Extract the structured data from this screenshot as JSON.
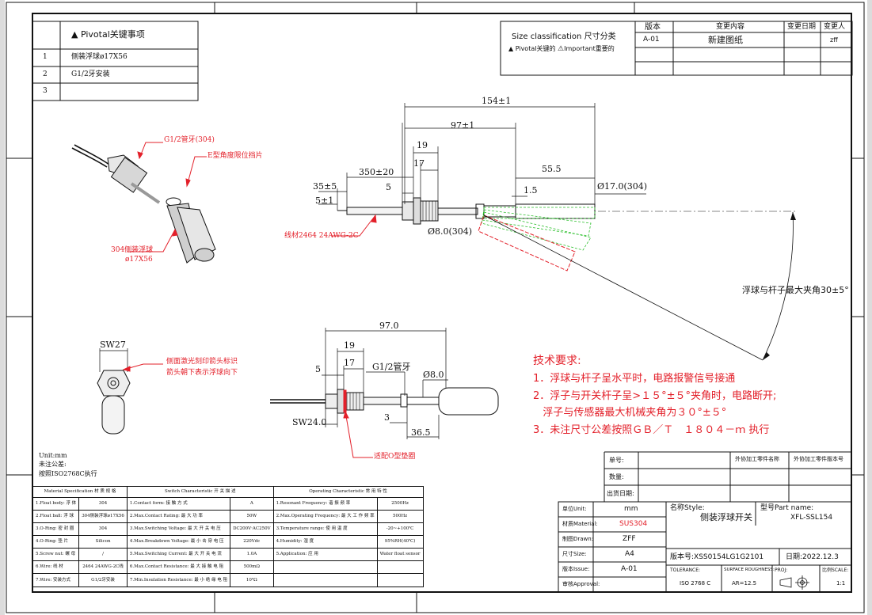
{
  "key_table": {
    "title": "Pivotal关键事项",
    "rows": [
      {
        "no": "1",
        "text": "侧装浮球ø17X56"
      },
      {
        "no": "2",
        "text": "G1/2牙安装"
      },
      {
        "no": "3",
        "text": ""
      }
    ]
  },
  "size_class": {
    "title": "Size classification 尺寸分类",
    "legend_pivotal": "Pivotal关键的",
    "legend_important": "Important重要的"
  },
  "revision": {
    "headers": [
      "版本",
      "变更内容",
      "变更日期",
      "变更人"
    ],
    "rows": [
      [
        "A-01",
        "新建图纸",
        "",
        "zff"
      ],
      [
        "",
        "",
        "",
        ""
      ]
    ]
  },
  "dims_top": {
    "d154": "154±1",
    "d97": "97±1",
    "d19": "19",
    "d17": "17",
    "d350": "350±20",
    "d35": "35±5",
    "d5a": "5",
    "d5b": "5±1",
    "d55": "55.5",
    "d15": "1.5",
    "d170": "Ø17.0(304)",
    "d80": "Ø8.0(304)",
    "angle": "浮球与杆子最大夹角30±5°"
  },
  "callouts": {
    "g12_304": "G1/2管牙(304)",
    "eclip": "E型角度限位挡片",
    "float304": "304侧装浮球",
    "float_size": "ø17X56",
    "wire": "线材2464 24AWG-2C",
    "laser1": "侧面激光刻印箭头标识",
    "laser2": "箭头朝下表示浮球向下",
    "oring": "适配O型垫圈"
  },
  "dims_bottom": {
    "sw27": "SW27",
    "d970": "97.0",
    "d19": "19",
    "d17": "17",
    "d5": "5",
    "g12": "G1/2管牙",
    "d8": "Ø8.0",
    "d3": "3",
    "d365": "36.5",
    "sw24": "SW24.0"
  },
  "tech": {
    "title": "技术要求:",
    "lines": [
      "1．浮球与杆子呈水平时，电路报警信号接通",
      "2．浮子与开关杆子呈>１５°±５°夹角时，电路断开;",
      "   浮子与传感器最大机械夹角为３０°±５°",
      "3．未注尺寸公差按照ＧＢ／Ｔ　１８０４－ｍ 执行"
    ]
  },
  "notes": {
    "unit": "Unit:mm",
    "tol": "未注公差:",
    "std": "按照ISO2768C执行"
  },
  "spec": {
    "headers": [
      "Material Specification 材 质 规 格",
      "Switch Characteristic 开 关 描 述",
      "Operating Characteristic 常 用 特 性"
    ],
    "rows": [
      [
        "1.Float body: 浮 体",
        "304",
        "1.Contact form: 接 触 方 式",
        "A",
        "1.Resonant Frequency: 谐 振 频 率",
        "2500Hz"
      ],
      [
        "2.Float ball: 浮 球",
        "304侧装浮球ø17X56",
        "2.Max.Contact Rating: 最 大 功 率",
        "50W",
        "2.Max.Operating Frequency: 最 大 工 作 频 率",
        "500Hz"
      ],
      [
        "3.O-Ring: 密 封 圈",
        "304",
        "3.Max.Switching Voltage: 最 大 开 关 电 压",
        "DC200V·AC250V",
        "3.Temperature range: 使 用 温 度",
        "-20~+100℃"
      ],
      [
        "4.O-Ring: 垫 片",
        "Silicon",
        "4.Max.Breakdown Voltage: 最 小 击 穿 电 压",
        "220Vdc",
        "4.Humidity: 湿 度",
        "95%RH(40℃)"
      ],
      [
        "5.Screw nut: 螺 母",
        "/",
        "5.Max.Switching Current: 最 大 开 关 电 流",
        "1.0A",
        "5.Application: 应 用",
        "Water float sensor"
      ],
      [
        "6.Wire: 线 材",
        "2464 24AWG-2C线",
        "6.Max.Contact Resistance: 最 大 接 触 电 阻",
        "500mΩ",
        "",
        ""
      ],
      [
        "7.Wire: 安装方式",
        "G1/2牙安装",
        "7.Min.Insulation Resistance: 最 小 绝 缘 电 阻",
        "10⁹Ω",
        "",
        ""
      ]
    ]
  },
  "title_block": {
    "labels": [
      "单号:",
      "数量:",
      "出货日期:"
    ],
    "ext1": "外协加工零件名称",
    "ext2": "外协加工零件版本号",
    "unit_label": "单位Unit:",
    "unit": "mm",
    "material_label": "材质Material:",
    "material": "SUS304",
    "drawn_label": "制图Drawn:",
    "drawn": "ZFF",
    "size_label": "尺寸Size:",
    "size": "A4",
    "version_label": "版本Issue:",
    "version": "A-01",
    "approval_label": "审核Approval:",
    "approval": "",
    "style_label": "名称Style:",
    "style": "侧装浮球开关",
    "part_label": "型号Part name:",
    "part": "XFL-SSL154",
    "ver_no": "版本号:XSS0154LG1G2101",
    "date": "日期:2022.12.3",
    "tolerance_label": "TOLERANCE:",
    "tolerance": "ISO 2768 C",
    "surface_label": "SURFACE ROUGHNESS:",
    "surface": "AR=12.5",
    "proj_label": "PROJ:",
    "scale_label": "比例SCALE:",
    "scale": "1:1"
  }
}
